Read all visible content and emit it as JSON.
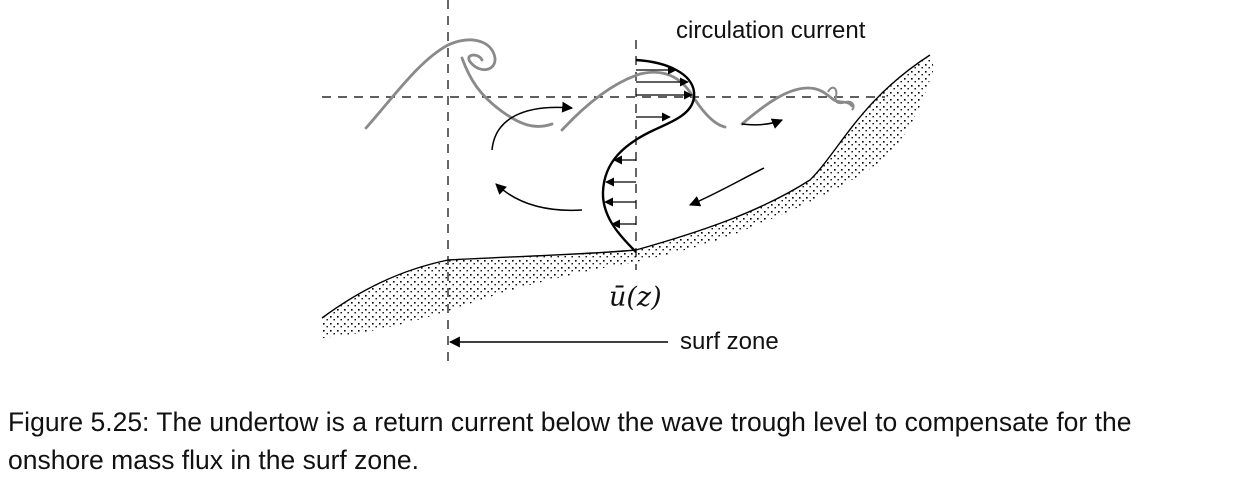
{
  "labels": {
    "circulation": "circulation current",
    "velocity": "ū(z)",
    "surf_zone": "surf zone"
  },
  "caption": {
    "line1": "Figure 5.25: The undertow is a return current below the wave trough level to compensate for the",
    "line2": "onshore mass flux in the surf zone."
  },
  "colors": {
    "wave": "#8a8a8a",
    "ink": "#000000"
  }
}
